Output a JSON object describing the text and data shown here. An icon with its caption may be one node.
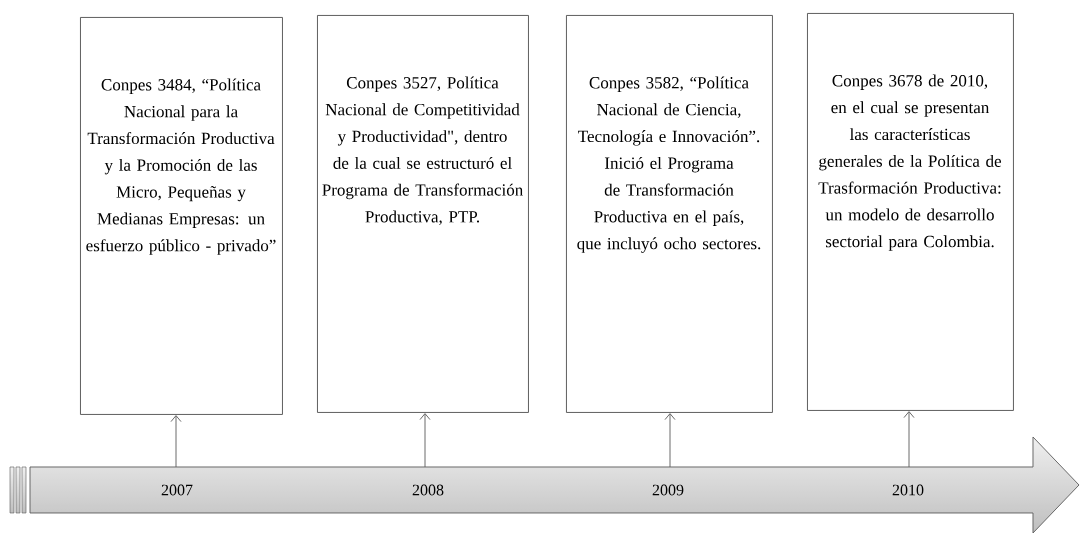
{
  "diagram": {
    "nodes": [
      {
        "text": [
          "Conpes 3484, “Política Nacional para la Transformación Productiva y la Promoción de las Micro, Pequeñas y Medianas Empresas: un esfuerzo público - privado”"
        ]
      },
      {
        "text": [
          "Conpes 3527, Política Nacional de Competitividad y Productividad\", dentro de la  cual se estructuró el Programa de Transformación Productiva,  PTP."
        ]
      },
      {
        "text": [
          "Conpes 3582, “Política Nacional de Ciencia, Tecnología e Innovación”. Inició el Programa de Transformación Productiva en el país, que incluyó ocho sectores."
        ]
      },
      {
        "text": [
          "Conpes 3678 de 2010, en el cual se presentan las características generales de la Política de Trasformación Productiva: un modelo de desarrollo sectorial para Colombia."
        ]
      },
      {
        "text": [
          "2007",
          "2008",
          "2009",
          "2010"
        ]
      }
    ],
    "edges": [
      {
        "from": 4,
        "to": 0,
        "arrow": "to"
      },
      {
        "from": 4,
        "to": 1,
        "arrow": "to"
      },
      {
        "from": 4,
        "to": 2,
        "arrow": "to"
      },
      {
        "from": 4,
        "to": 3,
        "arrow": "to"
      }
    ]
  }
}
